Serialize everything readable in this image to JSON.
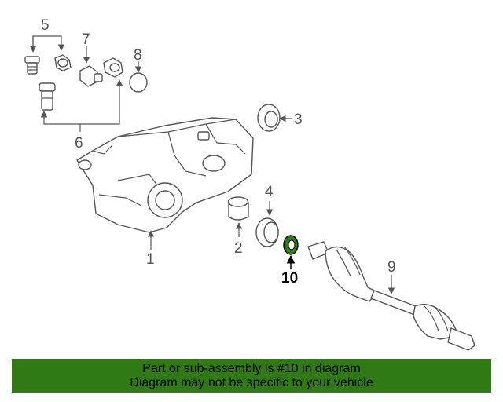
{
  "callouts": {
    "c1": "1",
    "c2": "2",
    "c3": "3",
    "c4": "4",
    "c5": "5",
    "c6": "6",
    "c7": "7",
    "c8": "8",
    "c9": "9",
    "c10": "10"
  },
  "highlight_color": "#2e7d12",
  "banner": {
    "line1": "Part or sub-assembly is #10 in diagram",
    "line2": "Diagram may not be specific to your vehicle",
    "background": "#2f7a14"
  }
}
